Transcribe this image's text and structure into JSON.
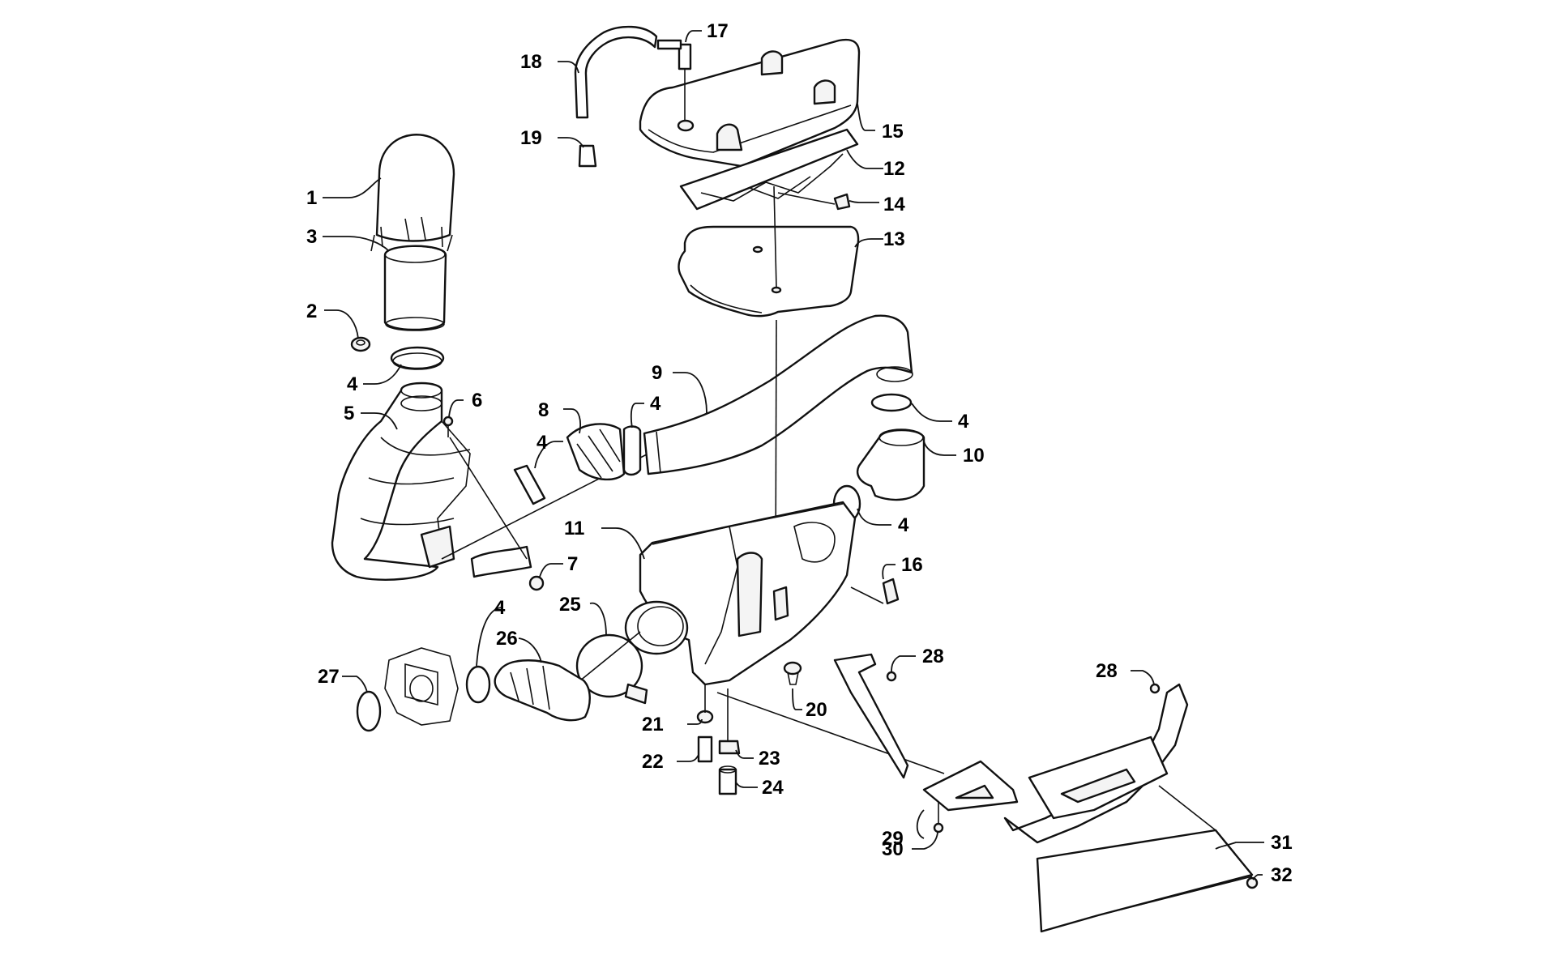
{
  "diagram": {
    "callouts": [
      {
        "id": "c1",
        "label": "1"
      },
      {
        "id": "c2",
        "label": "2"
      },
      {
        "id": "c3",
        "label": "3"
      },
      {
        "id": "c4a",
        "label": "4"
      },
      {
        "id": "c5",
        "label": "5"
      },
      {
        "id": "c6",
        "label": "6"
      },
      {
        "id": "c7",
        "label": "7"
      },
      {
        "id": "c8",
        "label": "8"
      },
      {
        "id": "c4b",
        "label": "4"
      },
      {
        "id": "c4c",
        "label": "4"
      },
      {
        "id": "c9",
        "label": "9"
      },
      {
        "id": "c4d",
        "label": "4"
      },
      {
        "id": "c10",
        "label": "10"
      },
      {
        "id": "c4e",
        "label": "4"
      },
      {
        "id": "c11",
        "label": "11"
      },
      {
        "id": "c12",
        "label": "12"
      },
      {
        "id": "c13",
        "label": "13"
      },
      {
        "id": "c14",
        "label": "14"
      },
      {
        "id": "c15",
        "label": "15"
      },
      {
        "id": "c16",
        "label": "16"
      },
      {
        "id": "c17",
        "label": "17"
      },
      {
        "id": "c18",
        "label": "18"
      },
      {
        "id": "c19",
        "label": "19"
      },
      {
        "id": "c20",
        "label": "20"
      },
      {
        "id": "c21",
        "label": "21"
      },
      {
        "id": "c22",
        "label": "22"
      },
      {
        "id": "c23",
        "label": "23"
      },
      {
        "id": "c24",
        "label": "24"
      },
      {
        "id": "c25",
        "label": "25"
      },
      {
        "id": "c4f",
        "label": "4"
      },
      {
        "id": "c26",
        "label": "26"
      },
      {
        "id": "c27",
        "label": "27"
      },
      {
        "id": "c28a",
        "label": "28"
      },
      {
        "id": "c28b",
        "label": "28"
      },
      {
        "id": "c29",
        "label": "29"
      },
      {
        "id": "c30",
        "label": "30"
      },
      {
        "id": "c31",
        "label": "31"
      },
      {
        "id": "c32",
        "label": "32"
      }
    ]
  }
}
